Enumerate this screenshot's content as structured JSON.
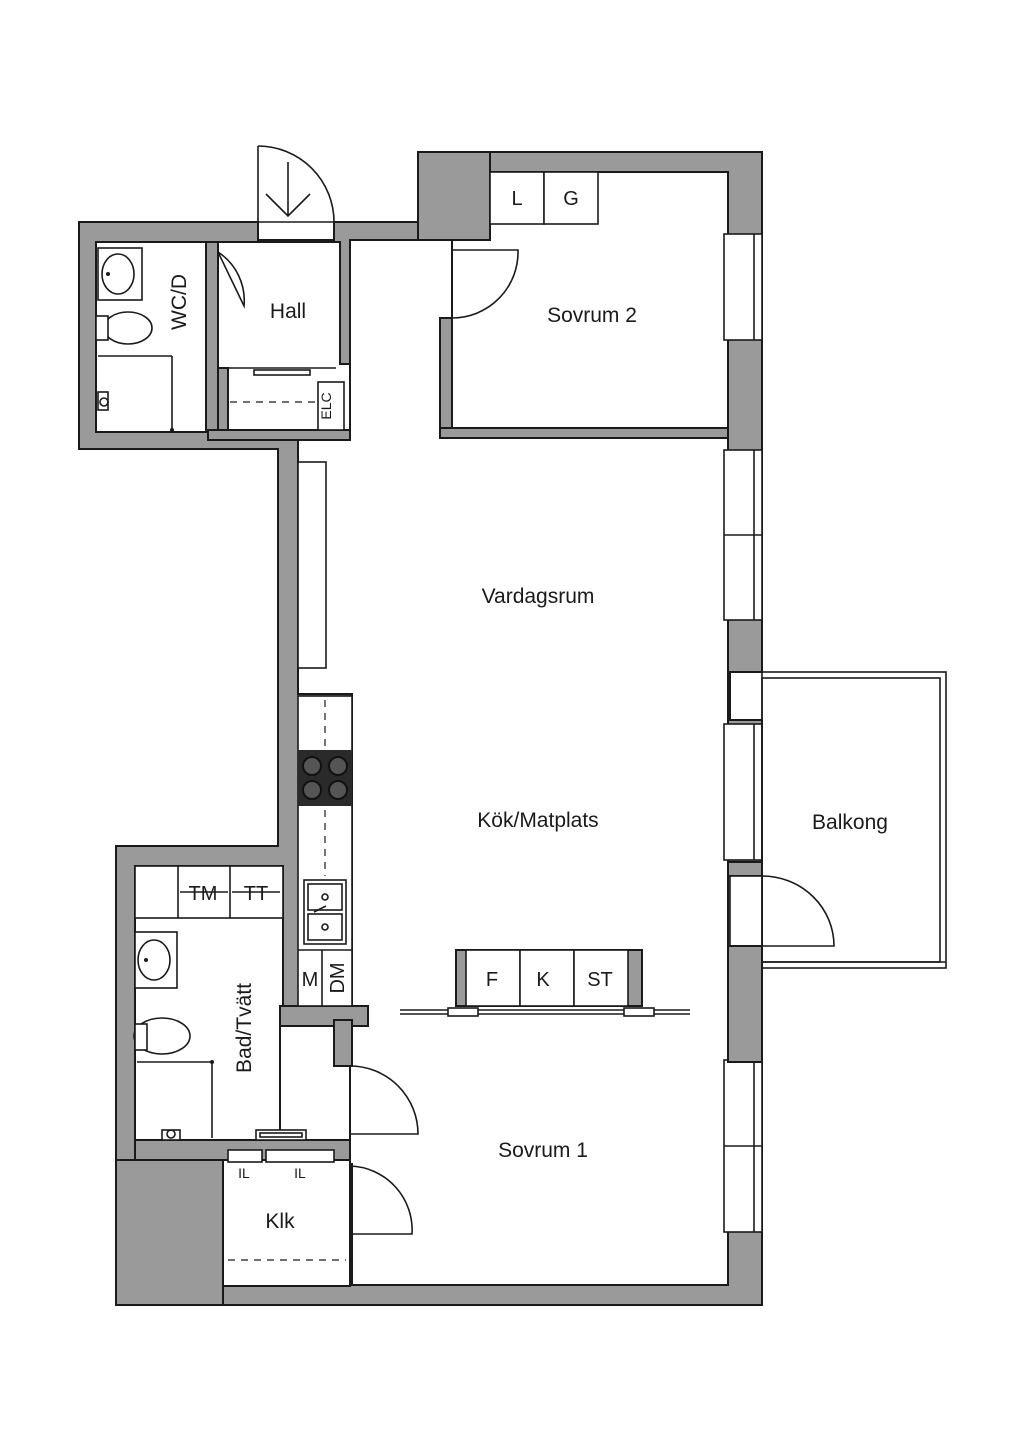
{
  "rooms": {
    "hall": "Hall",
    "wc": "WC/D",
    "sovrum2": "Sovrum 2",
    "vardagsrum": "Vardagsrum",
    "kok": "Kök/Matplats",
    "balkong": "Balkong",
    "bad": "Bad/Tvätt",
    "sovrum1": "Sovrum 1",
    "klk": "Klk"
  },
  "fixtures": {
    "l": "L",
    "g": "G",
    "elc": "ELC",
    "tm": "TM",
    "tt": "TT",
    "m": "M",
    "dm": "DM",
    "f": "F",
    "k": "K",
    "st": "ST",
    "il1": "IL",
    "il2": "IL"
  },
  "colors": {
    "wall": "#9a9a9a",
    "line": "#1a1a1a",
    "background": "#ffffff"
  }
}
